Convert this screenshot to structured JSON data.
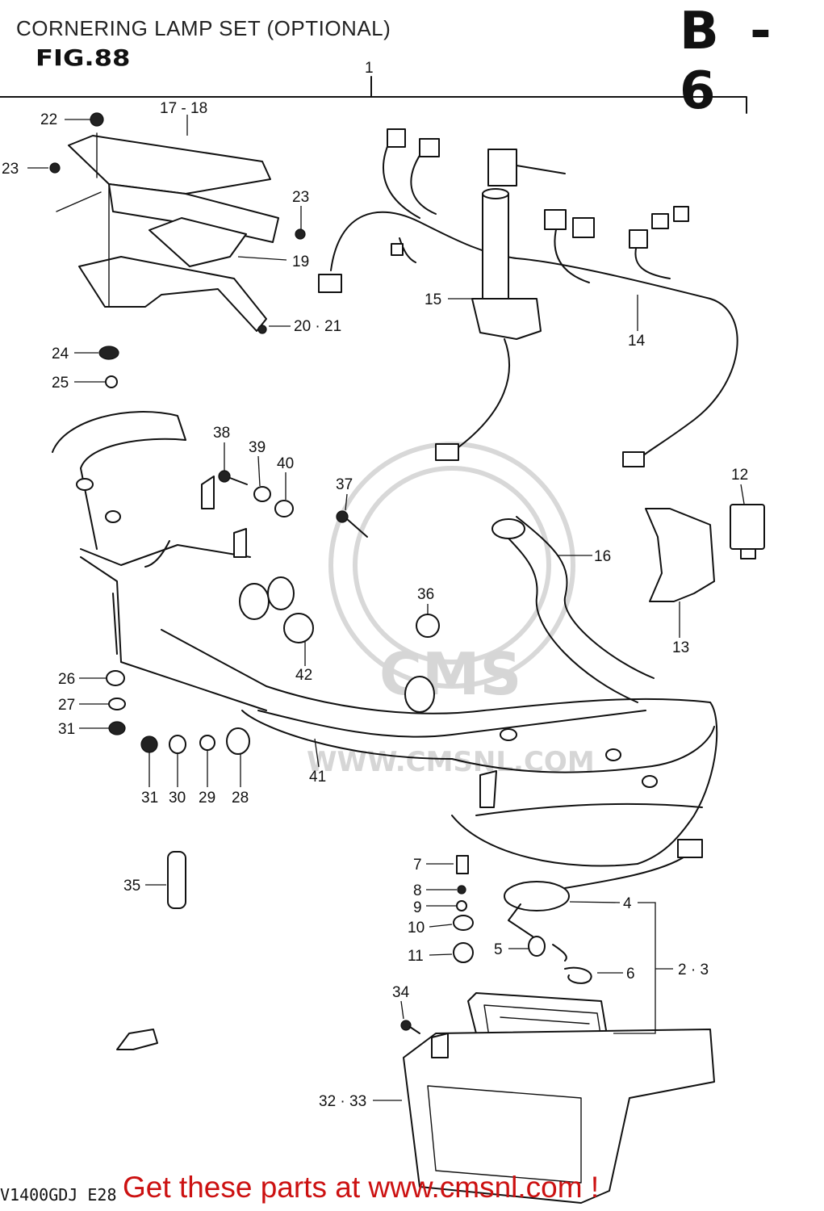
{
  "header": {
    "title": "CORNERING LAMP SET (OPTIONAL)",
    "figure": "FIG.88",
    "section_code": "B - 6"
  },
  "watermark": {
    "text": "CMS",
    "url_text": "WWW.CMSNL.COM"
  },
  "footer": {
    "model": "V1400GDJ E28",
    "link_text": "Get these parts at www.cmsnl.com !",
    "link_color": "#cc1111"
  },
  "callouts": {
    "c1": "1",
    "c2_3": "2 · 3",
    "c4": "4",
    "c5": "5",
    "c6": "6",
    "c7": "7",
    "c8": "8",
    "c9": "9",
    "c10": "10",
    "c11": "11",
    "c12": "12",
    "c13": "13",
    "c14": "14",
    "c15": "15",
    "c16": "16",
    "c17_18": "17 - 18",
    "c19": "19",
    "c20_21": "20 · 21",
    "c22": "22",
    "c23a": "23",
    "c23b": "23",
    "c24": "24",
    "c25": "25",
    "c26": "26",
    "c27": "27",
    "c28": "28",
    "c29": "29",
    "c30": "30",
    "c31a": "31",
    "c31b": "31",
    "c32_33": "32 · 33",
    "c34": "34",
    "c35": "35",
    "c36": "36",
    "c37": "37",
    "c38": "38",
    "c39": "39",
    "c40": "40",
    "c41": "41",
    "c42": "42"
  }
}
